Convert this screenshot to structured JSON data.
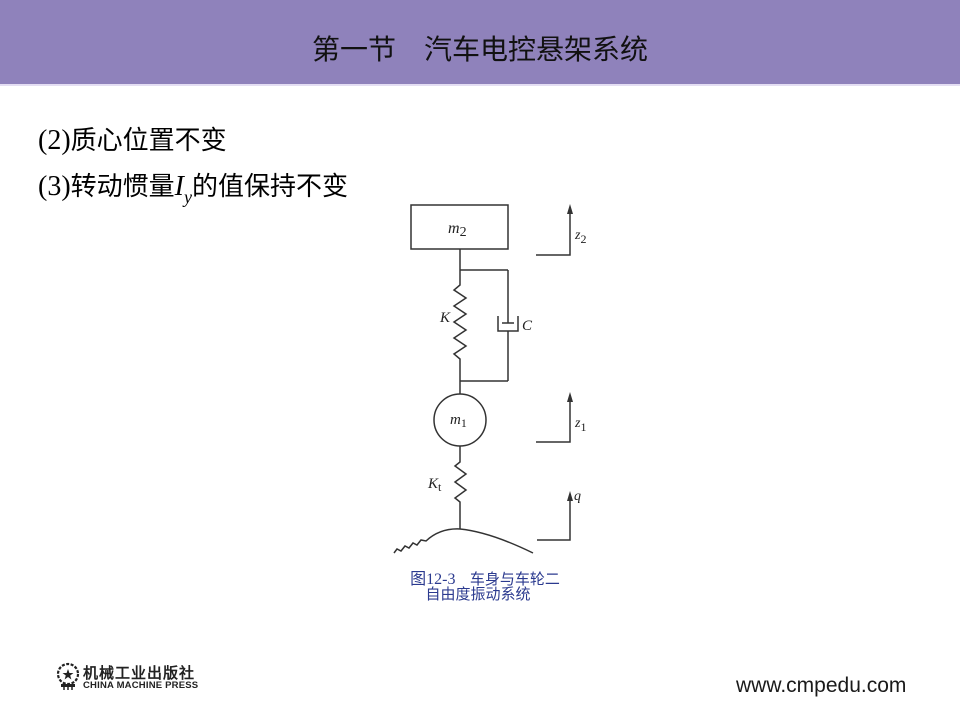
{
  "header": {
    "title": "第一节　汽车电控悬架系统",
    "background_color": "#8f82bb"
  },
  "bullets": [
    {
      "number": "(2)",
      "text": "质心位置不变"
    },
    {
      "number": "(3)",
      "text_before": "转动惯量",
      "variable": "I",
      "subscript": "y",
      "text_after": "的值保持不变"
    }
  ],
  "figure": {
    "labels": {
      "sprung_mass": "m",
      "sprung_mass_sub": "2",
      "unsprung_mass": "m",
      "unsprung_mass_sub": "1",
      "spring": "K",
      "damper": "C",
      "tire_spring": "K",
      "tire_spring_sub": "t",
      "z2": "z",
      "z2_sub": "2",
      "z1": "z",
      "z1_sub": "1",
      "road": "q"
    },
    "caption_number": "图12-3",
    "caption_line1": "车身与车轮二",
    "caption_line2": "自由度振动系统",
    "caption_color": "#2b3a8f"
  },
  "footer": {
    "publisher_cn": "机械工业出版社",
    "publisher_en": "CHINA MACHINE PRESS",
    "url": "www.cmpedu.com"
  }
}
